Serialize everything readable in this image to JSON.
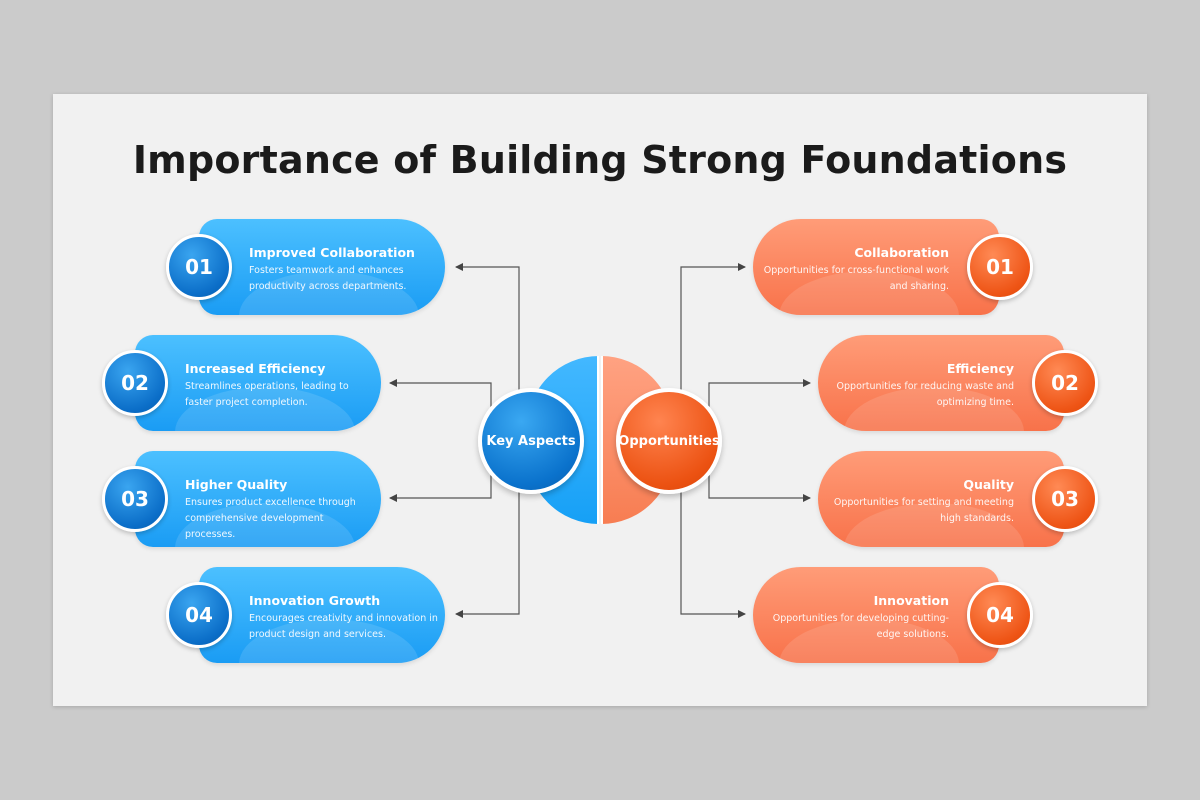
{
  "title": "Importance of Building Strong Foundations",
  "colors": {
    "blue_primary": "#0b6ec8",
    "blue_light": "#4cc0ff",
    "orange_primary": "#ee5415",
    "orange_light": "#ff9c78"
  },
  "left_hub": {
    "label": "Key Aspects"
  },
  "right_hub": {
    "label": "Opportunities"
  },
  "left_items": [
    {
      "number": "01",
      "title": "Improved Collaboration",
      "description": "Fosters teamwork and enhances productivity across departments."
    },
    {
      "number": "02",
      "title": "Increased Efficiency",
      "description": "Streamlines operations, leading to faster project completion."
    },
    {
      "number": "03",
      "title": "Higher Quality",
      "description": "Ensures product excellence through comprehensive development processes."
    },
    {
      "number": "04",
      "title": "Innovation Growth",
      "description": "Encourages creativity and innovation in product design and services."
    }
  ],
  "right_items": [
    {
      "number": "01",
      "title": "Collaboration",
      "description": "Opportunities for cross-functional work and sharing."
    },
    {
      "number": "02",
      "title": "Efficiency",
      "description": "Opportunities for reducing waste and optimizing time."
    },
    {
      "number": "03",
      "title": "Quality",
      "description": "Opportunities for setting and meeting high standards."
    },
    {
      "number": "04",
      "title": "Innovation",
      "description": "Opportunities for developing cutting-edge solutions."
    }
  ]
}
